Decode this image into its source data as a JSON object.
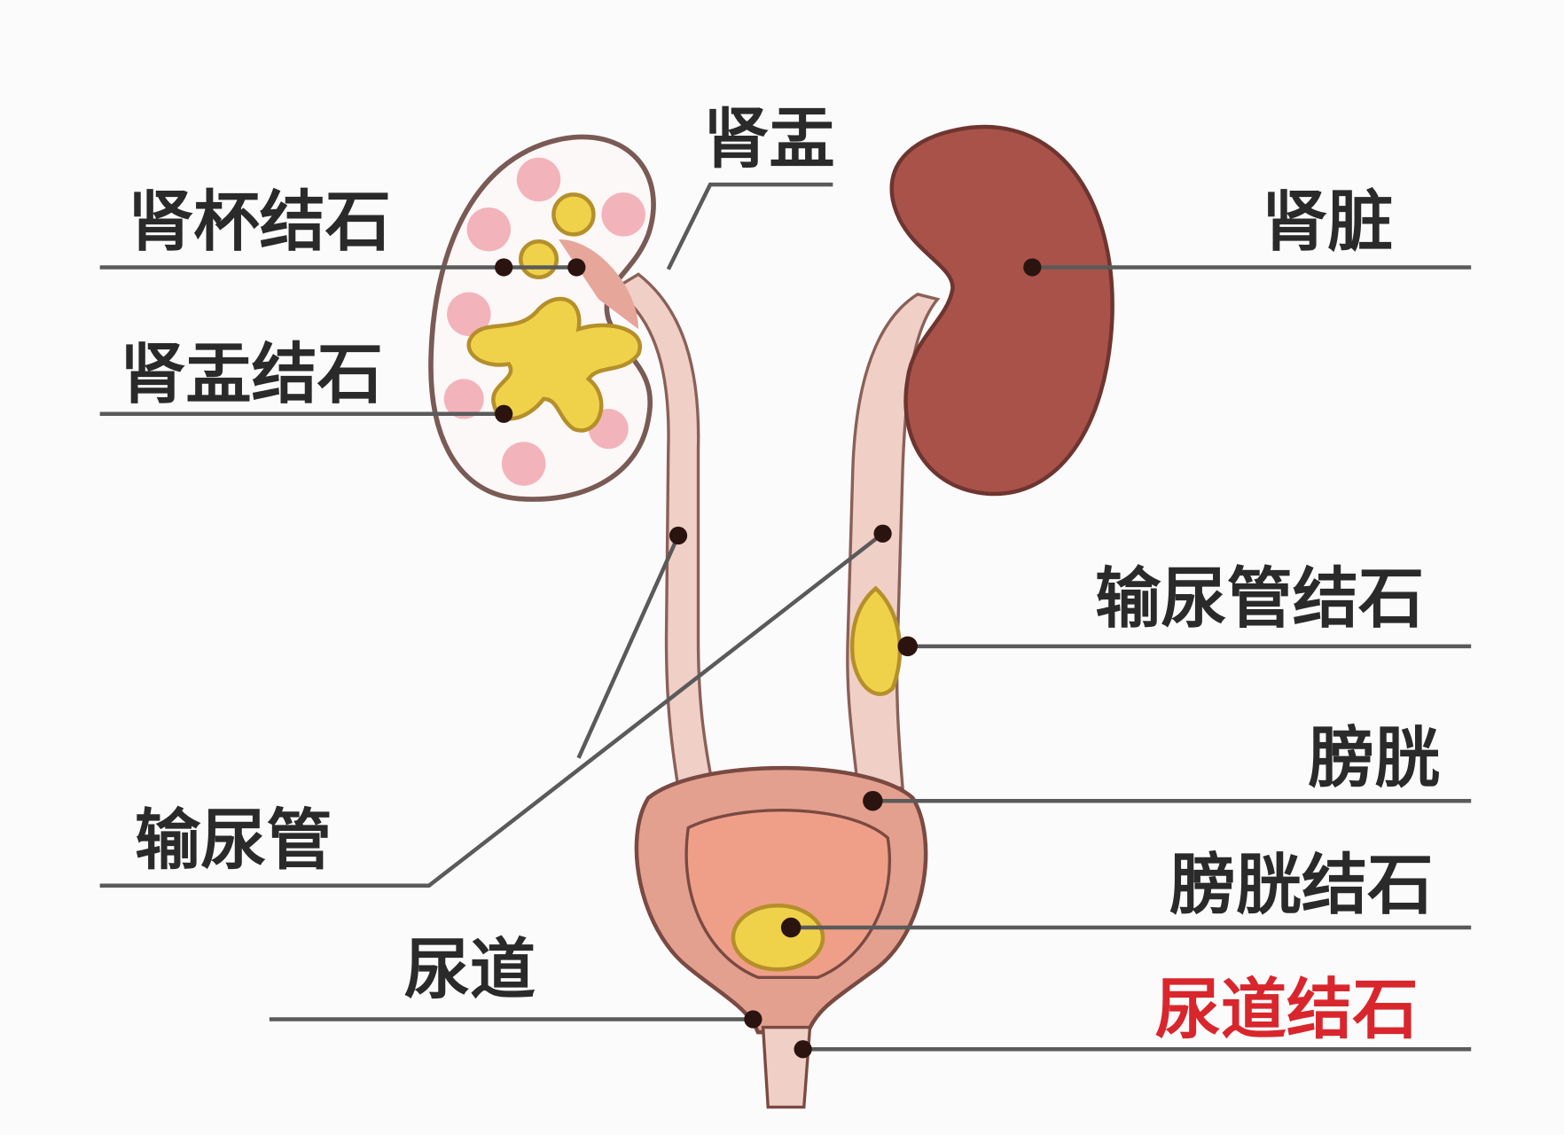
{
  "labels": {
    "calyx_stone": "肾杯结石",
    "renal_pelvis": "肾盂",
    "kidney": "肾脏",
    "pelvis_stone": "肾盂结石",
    "ureter_stone": "输尿管结石",
    "bladder": "膀胱",
    "ureter": "输尿管",
    "bladder_stone": "膀胱结石",
    "urethra": "尿道",
    "urethra_stone": "尿道结石"
  },
  "colors": {
    "kidney": "#a9524a",
    "ureter": "#f0cfc6",
    "bladder_outer": "#e3a08f",
    "bladder_inner": "#ef9f88",
    "stone": "#efd24a",
    "calyx_pink": "#f3b3ba",
    "highlight": "#d8262c",
    "line": "#5a5a5a"
  }
}
